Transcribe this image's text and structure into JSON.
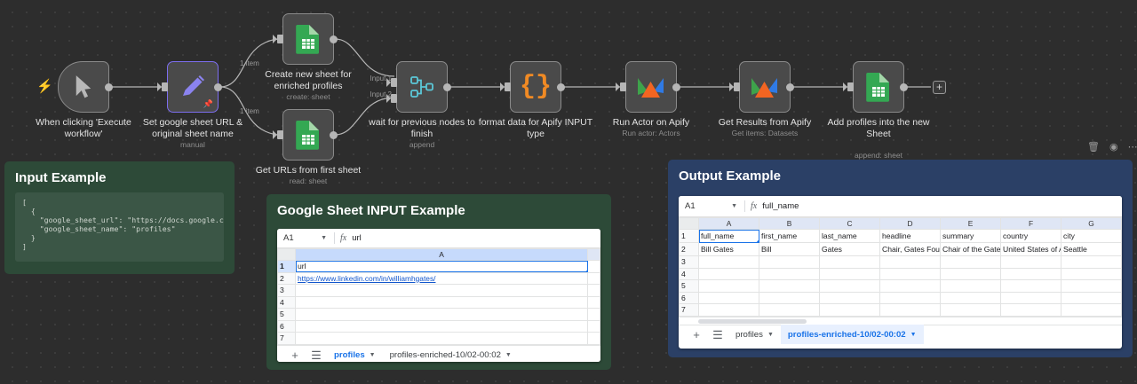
{
  "canvas": {
    "nodes": [
      {
        "id": "trigger",
        "label": "When clicking 'Execute workflow'",
        "sub": "",
        "icon": "cursor-icon"
      },
      {
        "id": "set",
        "label": "Set google sheet URL & original sheet name",
        "sub": "manual",
        "icon": "pencil-icon"
      },
      {
        "id": "create_sheet",
        "label": "Create new sheet for enriched profiles",
        "sub": "create: sheet",
        "icon": "google-sheets-icon"
      },
      {
        "id": "get_urls",
        "label": "Get URLs from first sheet",
        "sub": "read: sheet",
        "icon": "google-sheets-icon"
      },
      {
        "id": "merge",
        "label": "wait for previous nodes to finish",
        "sub": "append",
        "icon": "merge-icon"
      },
      {
        "id": "code",
        "label": "format data for Apify INPUT type",
        "sub": "",
        "icon": "code-braces-icon"
      },
      {
        "id": "run_actor",
        "label": "Run Actor on Apify",
        "sub": "Run actor: Actors",
        "icon": "apify-icon"
      },
      {
        "id": "get_results",
        "label": "Get Results from Apify",
        "sub": "Get items: Datasets",
        "icon": "apify-icon"
      },
      {
        "id": "add_profiles",
        "label": "Add profiles into the new Sheet",
        "sub": "append: sheet",
        "icon": "google-sheets-icon"
      }
    ],
    "edge_labels": {
      "item_top": "1 item",
      "item_bottom": "1 item"
    },
    "merge_inputs": {
      "input1": "Input 1",
      "input2": "Input 2"
    },
    "add_node_button": "+",
    "sticky_toolbar": {
      "delete": "Ὕ1",
      "palette": "palette",
      "more": "…"
    }
  },
  "input_note": {
    "title": "Input Example",
    "code": "[\n  {\n    \"google_sheet_url\": \"https://docs.google.com/spreadsheets/d/xxxx\",\n    \"google_sheet_name\": \"profiles\"\n  }\n]"
  },
  "input_sheet_note": {
    "title": "Google Sheet INPUT Example",
    "sheet": {
      "namebox": "A1",
      "formula_value": "url",
      "fx_label": "fx",
      "columns": [
        "A"
      ],
      "row_numbers": [
        "1",
        "2",
        "3",
        "4",
        "5",
        "6",
        "7"
      ],
      "rows": [
        [
          "url"
        ],
        [
          "https://www.linkedin.com/in/williamhgates/"
        ],
        [
          ""
        ],
        [
          ""
        ],
        [
          ""
        ],
        [
          ""
        ],
        [
          ""
        ]
      ],
      "tabs": [
        {
          "label": "profiles",
          "state": "active-blue"
        },
        {
          "label": "profiles-enriched-10/02-00:02",
          "state": "inactive"
        }
      ],
      "add_tab": "+",
      "all_sheets": "☰"
    }
  },
  "output_note": {
    "title": "Output Example",
    "sheet": {
      "namebox": "A1",
      "formula_value": "full_name",
      "fx_label": "fx",
      "columns": [
        "A",
        "B",
        "C",
        "D",
        "E",
        "F",
        "G"
      ],
      "row_numbers": [
        "1",
        "2",
        "3",
        "4",
        "5",
        "6",
        "7"
      ],
      "rows": [
        [
          "full_name",
          "first_name",
          "last_name",
          "headline",
          "summary",
          "country",
          "city"
        ],
        [
          "Bill Gates",
          "Bill",
          "Gates",
          "Chair, Gates Foundation",
          "Chair of the Gates Found",
          "United States of America",
          "Seattle"
        ],
        [
          "",
          "",
          "",
          "",
          "",
          "",
          ""
        ],
        [
          "",
          "",
          "",
          "",
          "",
          "",
          ""
        ],
        [
          "",
          "",
          "",
          "",
          "",
          "",
          ""
        ],
        [
          "",
          "",
          "",
          "",
          "",
          "",
          ""
        ],
        [
          "",
          "",
          "",
          "",
          "",
          "",
          ""
        ]
      ],
      "tabs": [
        {
          "label": "profiles",
          "state": "inactive"
        },
        {
          "label": "profiles-enriched-10/02-00:02",
          "state": "active-blue"
        }
      ],
      "add_tab": "+",
      "all_sheets": "☰"
    }
  },
  "colors": {
    "canvas_bg": "#2d2d2d",
    "node_bg": "#4a4a4a",
    "node_border": "#8a8a8a",
    "selected_border": "#7d6ef0",
    "sticky_green": "#2d4a38",
    "sticky_blue": "#2b4066",
    "accent_blue": "#1a73e8",
    "google_green": "#34a853",
    "apify_orange": "#ff6a1a",
    "code_orange": "#f08a24",
    "merge_cyan": "#5bc8d8",
    "trigger_bolt": "#ff6d5a"
  }
}
